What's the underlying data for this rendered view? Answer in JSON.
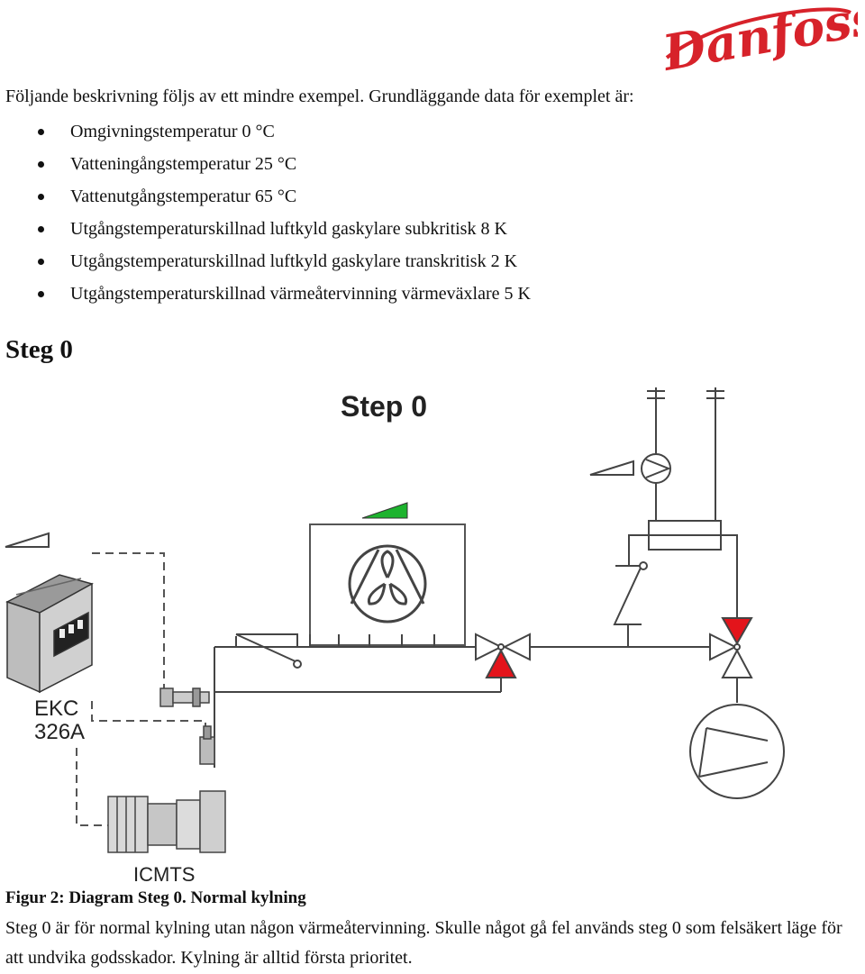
{
  "header": {
    "logo_text": "Danfoss",
    "brand_color": "#d7222a"
  },
  "intro": "Följande beskrivning följs av ett mindre exempel. Grundläggande data för exemplet är:",
  "bullets": [
    "Omgivningstemperatur  0 °C",
    "Vatteningångstemperatur 25 °C",
    "Vattenutgångstemperatur 65 °C",
    "Utgångstemperaturskillnad  luftkyld gaskylare subkritisk 8 K",
    "Utgångstemperaturskillnad  luftkyld gaskylare transkritisk 2 K",
    "Utgångstemperaturskillnad  värmeåtervinning värmeväxlare 5 K"
  ],
  "section_heading": "Steg 0",
  "diagram": {
    "title": "Step 0",
    "controller_label_1": "EKC",
    "controller_label_2": "326A",
    "valve_label": "ICMTS",
    "active_color": "#1db32e",
    "valve_color": "#e3141b"
  },
  "figure_caption": "Figur 2: Diagram Steg 0. Normal kylning",
  "body_text": "Steg 0 är för normal kylning utan någon värmeåtervinning. Skulle något gå fel används steg 0 som felsäkert läge för att undvika godsskador. Kylning är alltid första prioritet."
}
